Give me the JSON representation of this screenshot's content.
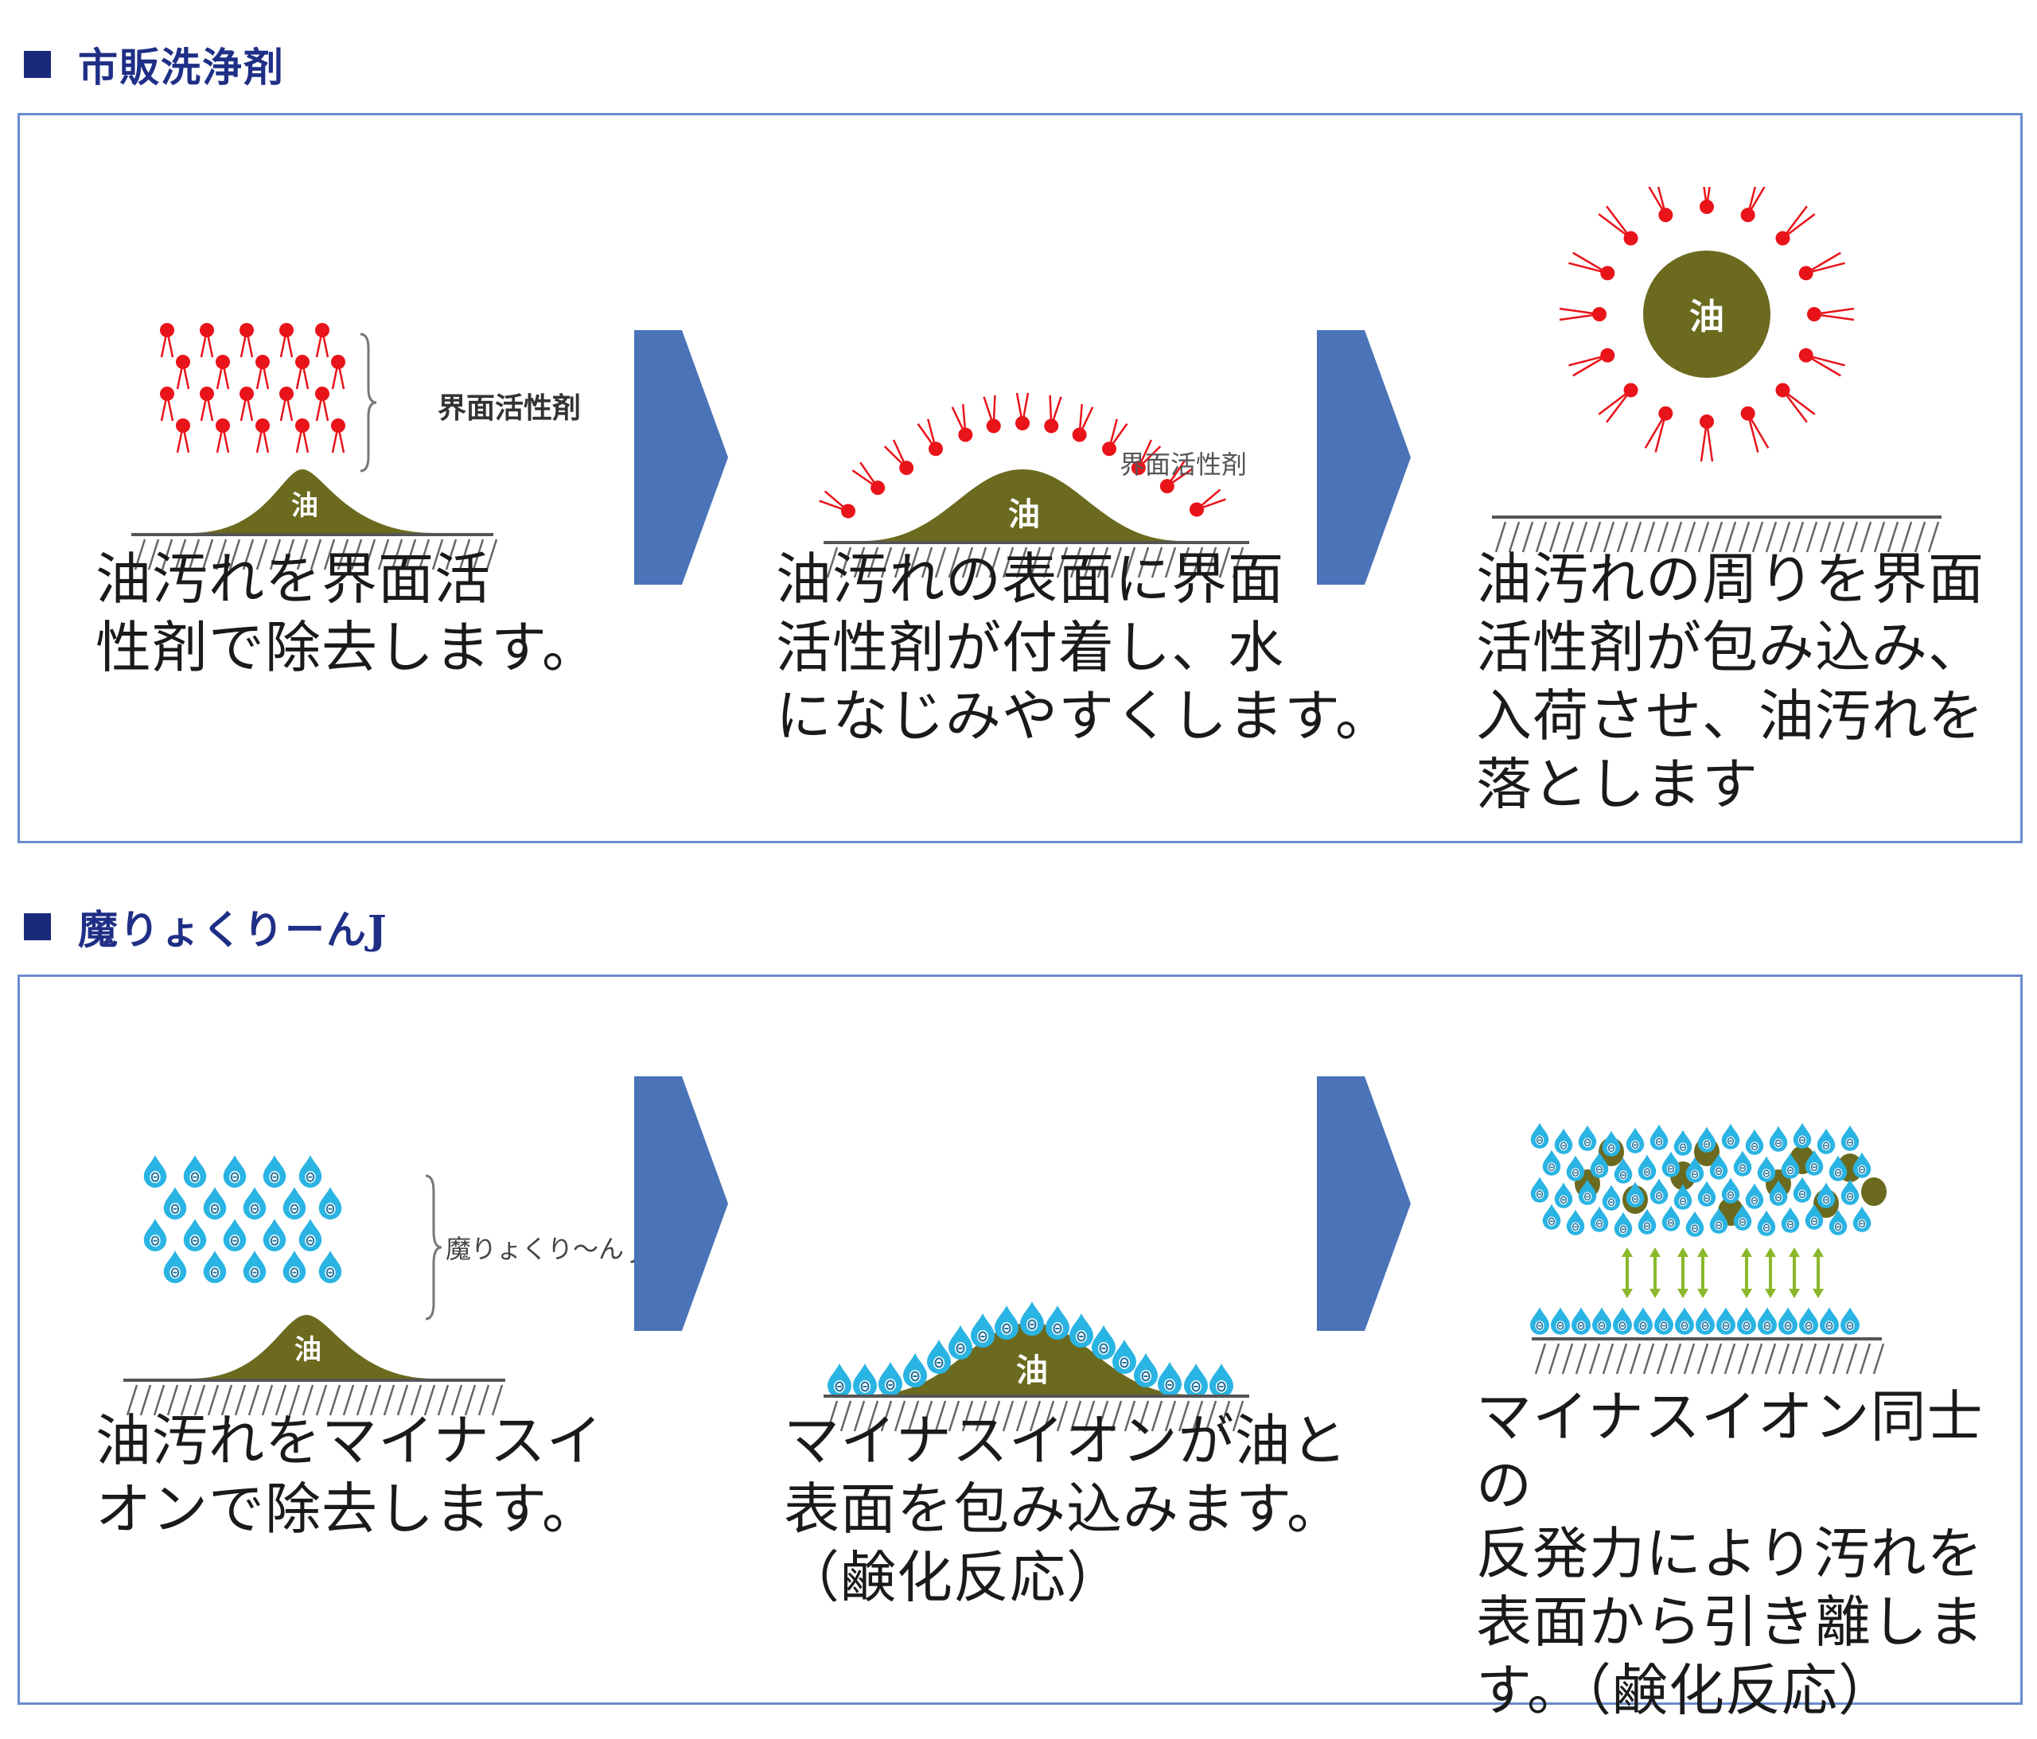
{
  "section1": {
    "title": "市販洗浄剤",
    "panels": [
      {
        "label": "界面活性剤",
        "oil": "油",
        "caption": "油汚れを界面活\n性剤で除去します。"
      },
      {
        "label": "界面活性剤",
        "oil": "油",
        "caption": "油汚れの表面に界面\n活性剤が付着し、水\nになじみやすくします。"
      },
      {
        "oil": "油",
        "caption": "油汚れの周りを界面\n活性剤が包み込み、\n入荷させ、油汚れを\n落とします"
      }
    ]
  },
  "section2": {
    "title": "魔りょくりーんJ",
    "panels": [
      {
        "label": "魔りょくり〜ん J",
        "oil": "油",
        "caption": "油汚れをマイナスイ\nオンで除去します。"
      },
      {
        "oil": "油",
        "caption": "マイナスイオンが油と\n表面を包み込みます。\n（鹸化反応）"
      },
      {
        "caption": "マイナスイオン同士の\n反発力により汚れを\n表面から引き離しま\nす。（鹸化反応）"
      }
    ]
  },
  "colors": {
    "accent": "#1f2f86",
    "frame": "#6a8ccf",
    "arrow": "#4a73b8",
    "oil": "#6b6a1f",
    "surfactant": "#e8141a",
    "ion": "#2ab4e3",
    "repel": "#8ab82a"
  },
  "icons": [
    "square-bullet-icon",
    "right-arrow-icon",
    "minus-ion-icon",
    "surfactant-icon"
  ]
}
